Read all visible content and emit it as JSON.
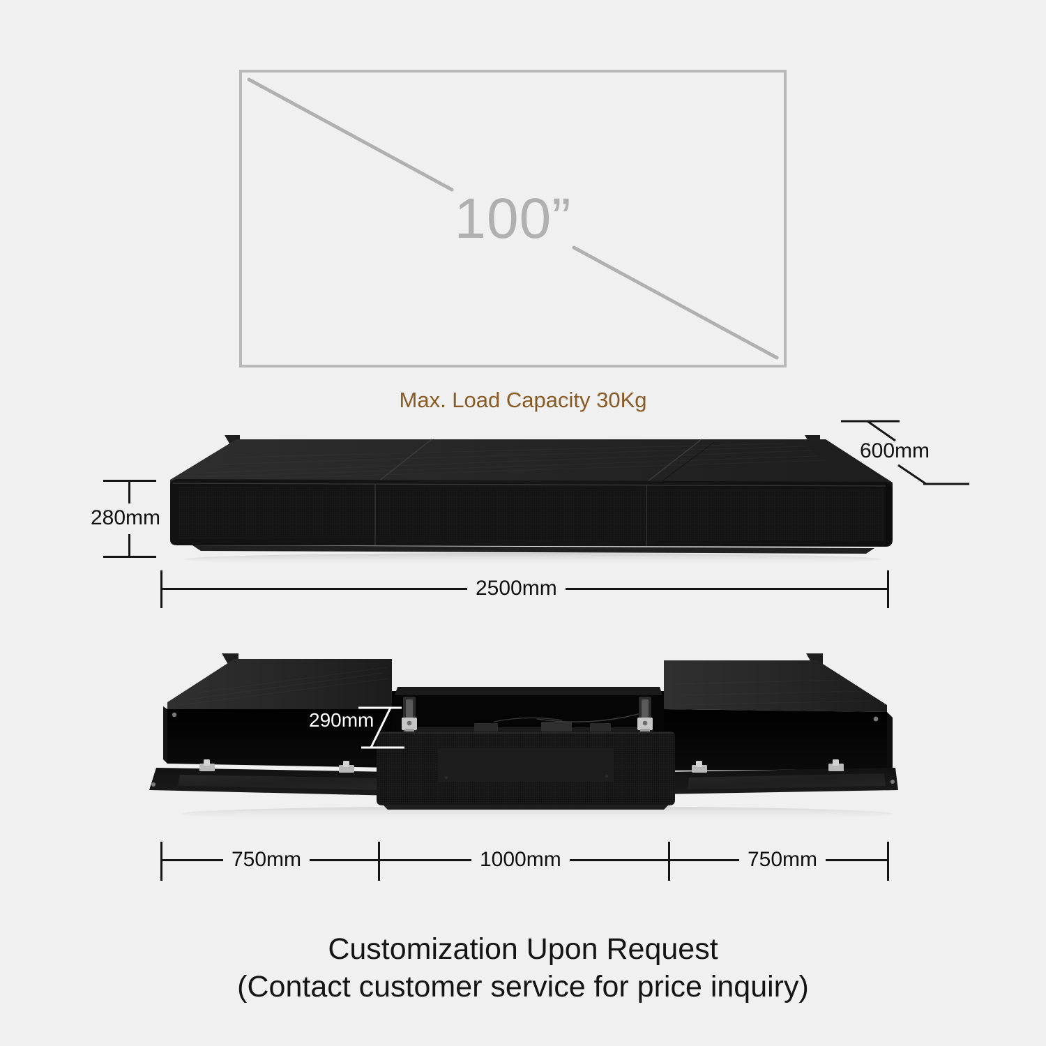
{
  "background_color": "#f0f0f0",
  "tv": {
    "size_label": "100”",
    "outline_color": "#b9b9b9",
    "diagonal_color": "#b0b0b0"
  },
  "load_capacity": {
    "text": "Max. Load Capacity 30Kg",
    "color": "#8a5a24"
  },
  "dimensions": {
    "height": "280mm",
    "depth": "600mm",
    "width": "2500mm",
    "interior_height": "290mm",
    "segment_left": "750mm",
    "segment_center": "1000mm",
    "segment_right": "750mm"
  },
  "caption": {
    "line1": "Customization Upon Request",
    "line2": "(Contact customer service for price inquiry)"
  },
  "product": {
    "closed_view_name": "tv-cabinet-closed",
    "open_view_name": "tv-cabinet-open",
    "body_color": "#121212",
    "top_color": "#2b2b2b",
    "mesh_color": "#161616"
  }
}
